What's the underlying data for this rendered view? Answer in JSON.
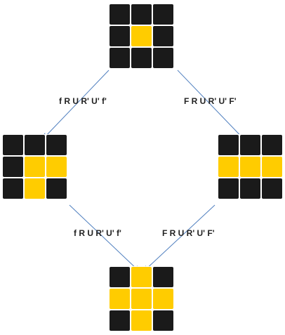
{
  "colors": {
    "dark": "#1a1a1a",
    "yellow": "#ffcc00",
    "arrow": "#4f7fbf"
  },
  "cubes": [
    {
      "id": "start",
      "pattern": [
        "ddd",
        "dyd",
        "ddd"
      ]
    },
    {
      "id": "l-shape",
      "pattern": [
        "ddd",
        "dyy",
        "dyd"
      ]
    },
    {
      "id": "line",
      "pattern": [
        "ddd",
        "yyy",
        "ddd"
      ]
    },
    {
      "id": "cross",
      "pattern": [
        "dyd",
        "yyy",
        "dyd"
      ]
    }
  ],
  "algorithms": {
    "top_left": "f R U R' U' f'",
    "top_right": "F R U R' U' F'",
    "bottom_left": "f R U R' U' f'",
    "bottom_right": "F R U R' U' F'"
  }
}
